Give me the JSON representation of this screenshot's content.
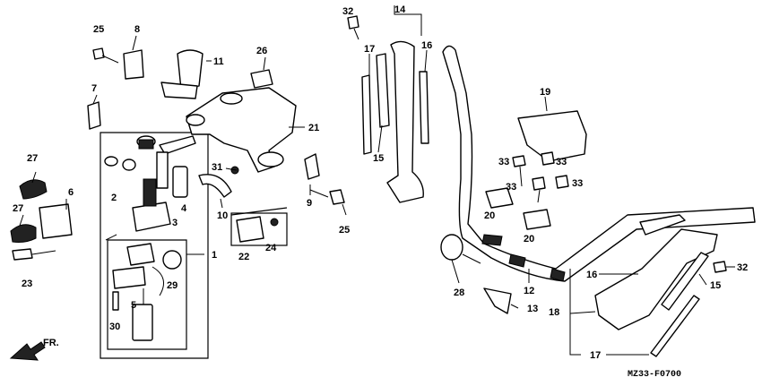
{
  "diagram": {
    "code": "MZ33-F0700",
    "direction_label": "FR.",
    "callouts": {
      "c1": "1",
      "c2": "2",
      "c3": "3",
      "c4": "4",
      "c5": "5",
      "c6": "6",
      "c7": "7",
      "c8": "8",
      "c9": "9",
      "c10": "10",
      "c11": "11",
      "c12": "12",
      "c13": "13",
      "c14": "14",
      "c15a": "15",
      "c15b": "15",
      "c16a": "16",
      "c16b": "16",
      "c17a": "17",
      "c17b": "17",
      "c18": "18",
      "c19": "19",
      "c20a": "20",
      "c20b": "20",
      "c21": "21",
      "c22": "22",
      "c23": "23",
      "c24": "24",
      "c25a": "25",
      "c25b": "25",
      "c26": "26",
      "c27a": "27",
      "c27b": "27",
      "c28": "28",
      "c29": "29",
      "c30": "30",
      "c31": "31",
      "c32a": "32",
      "c32b": "32",
      "c33a": "33",
      "c33b": "33",
      "c33c": "33",
      "c33d": "33"
    }
  }
}
